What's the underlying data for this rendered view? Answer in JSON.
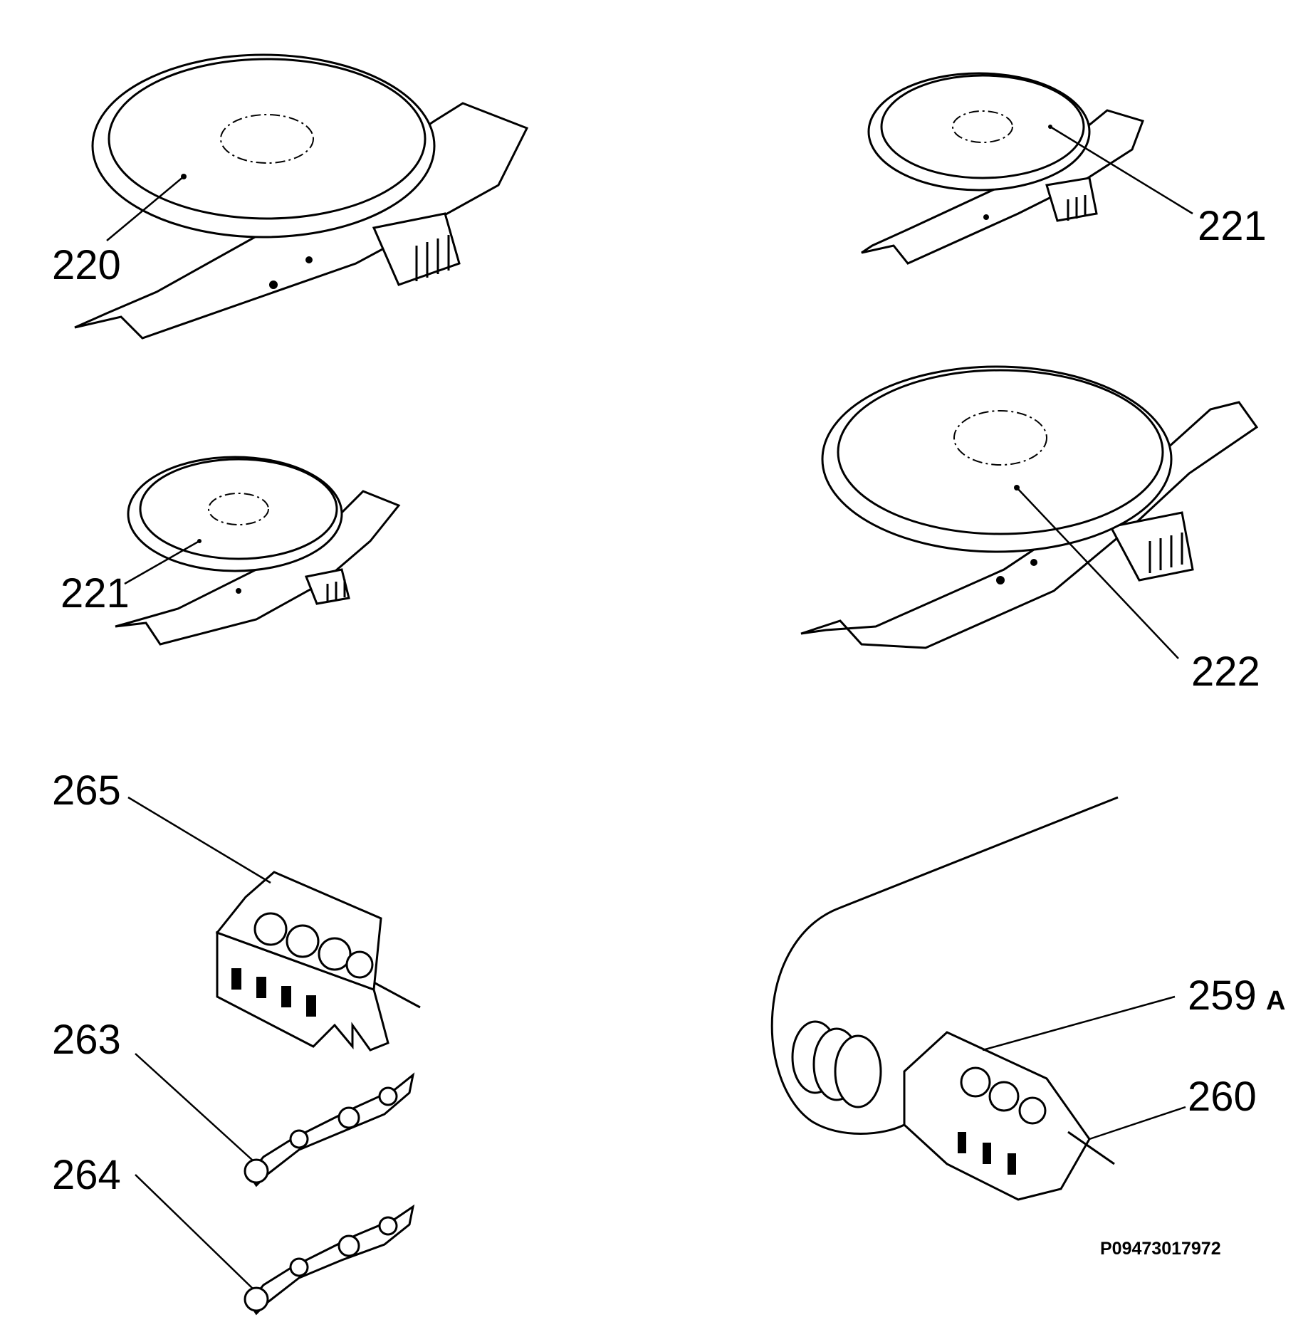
{
  "colors": {
    "background": "#ffffff",
    "ink": "#000000"
  },
  "parts": [
    {
      "id": "hotplate-large",
      "callout": "220"
    },
    {
      "id": "hotplate-small-top",
      "callout": "221"
    },
    {
      "id": "hotplate-small-left",
      "callout": "221"
    },
    {
      "id": "hotplate-medium",
      "callout": "222"
    },
    {
      "id": "energy-regulator",
      "callout": "265"
    },
    {
      "id": "connector-a",
      "callout": "263"
    },
    {
      "id": "connector-b",
      "callout": "264"
    },
    {
      "id": "switch-with-thermostat",
      "callout": "259",
      "callout_suffix": "A"
    },
    {
      "id": "thermostat-bulb",
      "callout": "260"
    }
  ],
  "reference_number": "P09473017972"
}
